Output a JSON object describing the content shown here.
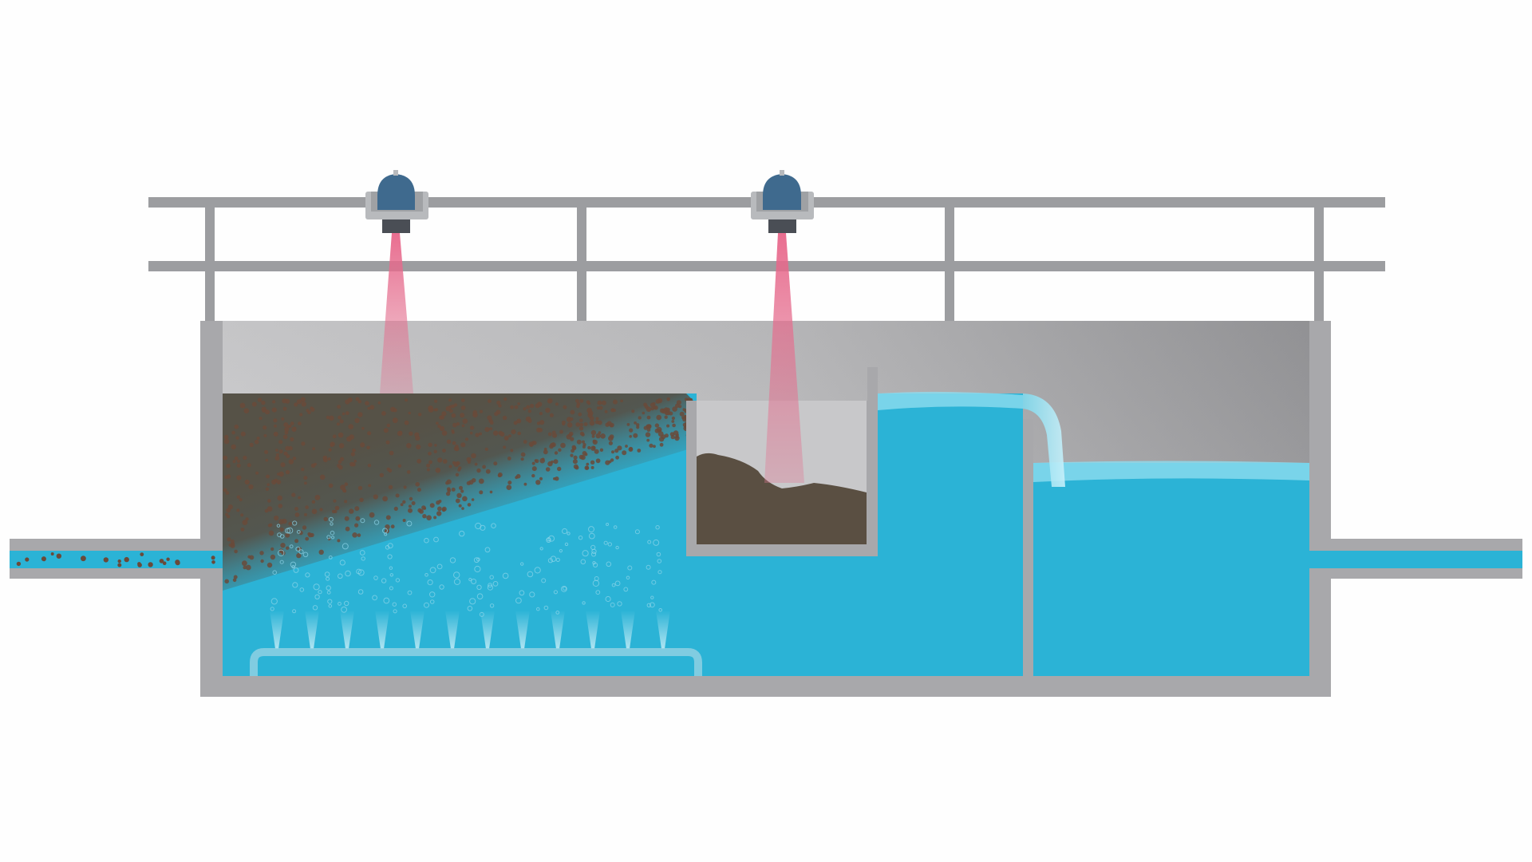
{
  "diagram": {
    "subject": "",
    "components": [
      {
        "id": "railing",
        "icon": "railing"
      },
      {
        "id": "sensor-1",
        "icon": "level-sensor-icon",
        "beam_target": "sludge-blanket"
      },
      {
        "id": "sensor-2",
        "icon": "level-sensor-icon",
        "beam_target": "sludge-hopper"
      },
      {
        "id": "inlet-pipe",
        "icon": "pipe"
      },
      {
        "id": "flotation-chamber",
        "icon": "tank-chamber"
      },
      {
        "id": "air-diffuser",
        "icon": "diffuser-icon",
        "nozzle_count": 12
      },
      {
        "id": "sludge-hopper",
        "icon": "hopper"
      },
      {
        "id": "clarified-chamber",
        "icon": "tank-chamber"
      },
      {
        "id": "overflow-weir",
        "icon": "weir"
      },
      {
        "id": "outlet-chamber",
        "icon": "tank-chamber"
      },
      {
        "id": "outlet-pipe",
        "icon": "pipe"
      }
    ],
    "colors": {
      "water": "#2bb3d6",
      "sludge": "#5a4f42",
      "wall": "#a8a8ab",
      "railing": "#9c9da0",
      "sensor_dome": "#3f6a8e",
      "sensor_beam": "#e0607f"
    }
  }
}
